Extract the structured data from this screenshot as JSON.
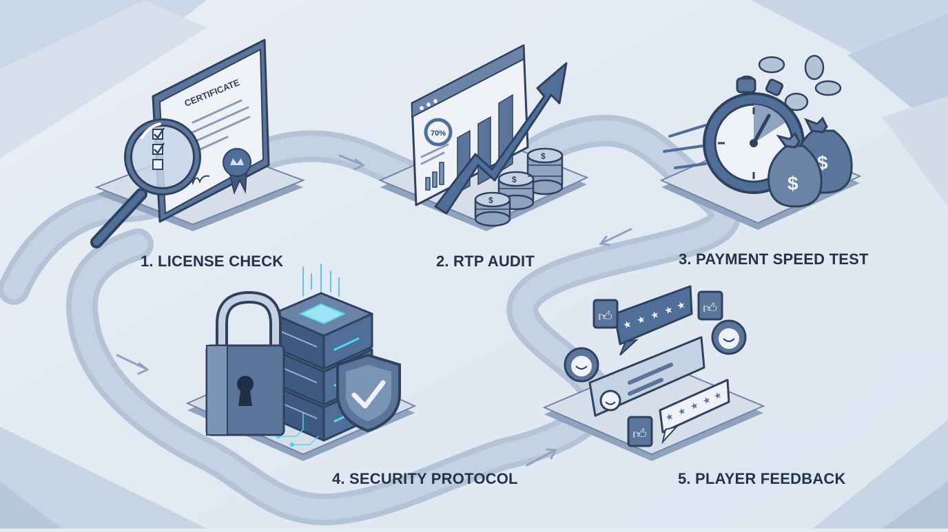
{
  "steps": [
    {
      "label": "1. LICENSE CHECK",
      "icon": "certificate-magnifier-icon"
    },
    {
      "label": "2. RTP AUDIT",
      "icon": "chart-coins-icon"
    },
    {
      "label": "3. PAYMENT SPEED TEST",
      "icon": "stopwatch-moneybag-icon"
    },
    {
      "label": "4. SECURITY PROTOCOL",
      "icon": "padlock-server-shield-icon"
    },
    {
      "label": "5. PLAYER FEEDBACK",
      "icon": "review-bubbles-icon"
    }
  ],
  "certificate": {
    "title": "CERTIFICATE"
  },
  "rtp_gauge": {
    "label": "70%"
  },
  "coin_symbol": "$",
  "colors": {
    "background": "#e6ecf4",
    "path": "#b4c3d8",
    "accent": "#4f6f99",
    "dark": "#2e4260",
    "light": "#cfdaea",
    "glow": "#4fd8f0"
  }
}
